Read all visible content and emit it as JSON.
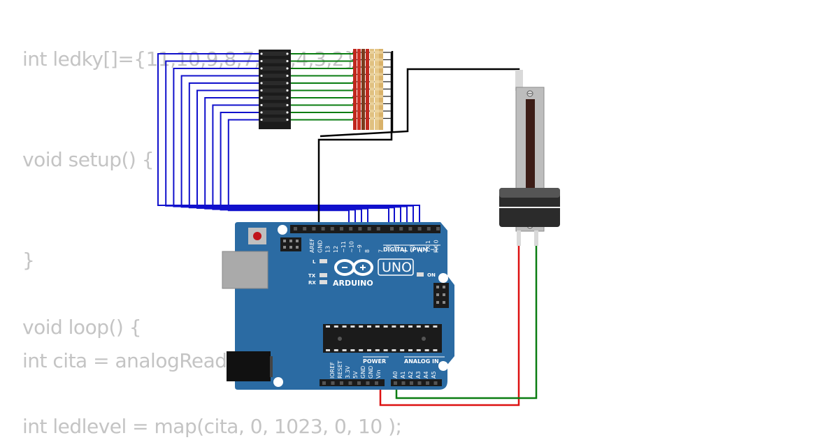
{
  "code": {
    "lines": [
      "int ledky[]={11,10,9,8,7,6,5,4,3,2};",
      "void setup() {",
      "}",
      "void loop() {",
      "int cita = analogRead(A0);",
      "int ledlevel = map(cita, 0, 1023, 0, 10 );"
    ]
  },
  "board": {
    "brand": "ARDUINO",
    "model": "UNO",
    "digital_header_label": "DIGITAL (PWM ~)",
    "power_label": "POWER",
    "analog_label": "ANALOG IN",
    "on_label": "ON",
    "l_label": "L",
    "tx_label": "TX",
    "rx_label": "RX",
    "digital_pins": [
      "AREF",
      "GND",
      "13",
      "12",
      "~11",
      "~10",
      "~9",
      "8",
      "7",
      "~6",
      "~5",
      "4",
      "~3",
      "2",
      "TX 1",
      "RX 0"
    ],
    "power_pins": [
      "IOREF",
      "RESET",
      "3.3V",
      "5V",
      "GND",
      "GND",
      "Vin"
    ],
    "analog_pins": [
      "A0",
      "A1",
      "A2",
      "A3",
      "A4",
      "A5"
    ]
  },
  "colors": {
    "board": "#2b6ba3",
    "wire_blue": "#1111cc",
    "wire_green": "#0a7d12",
    "wire_red": "#dd1111",
    "wire_black": "#000000",
    "code_text": "#c4c4c4"
  }
}
